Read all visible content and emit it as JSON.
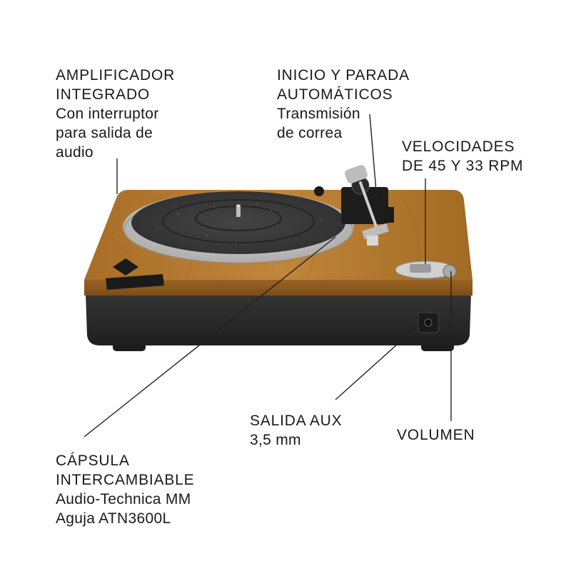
{
  "callouts": {
    "amplifier": {
      "title": [
        "AMPLIFICADOR",
        "INTEGRADO"
      ],
      "desc": [
        "Con interruptor",
        "para salida de",
        "audio"
      ]
    },
    "auto": {
      "title": [
        "INICIO Y PARADA",
        "AUTOMÁTICOS"
      ],
      "desc": [
        "Transmisión",
        "de correa"
      ]
    },
    "speeds": {
      "title": [
        "VELOCIDADES",
        "DE 45 Y 33 RPM"
      ]
    },
    "aux": {
      "title": [
        "SALIDA AUX"
      ],
      "desc": [
        "3,5 mm"
      ]
    },
    "volume": {
      "title": [
        "VOLUMEN"
      ]
    },
    "cartridge": {
      "title": [
        "CÁPSULA",
        "INTERCAMBIABLE"
      ],
      "desc": [
        "Audio-Technica MM",
        "Aguja ATN3600L"
      ]
    }
  },
  "colors": {
    "wood": "#b47a2e",
    "wood_dark": "#8a5a1e",
    "base": "#2b2b2b",
    "mat": "#3a3a3a",
    "platter": "#c8c8c8",
    "line": "#222222"
  }
}
